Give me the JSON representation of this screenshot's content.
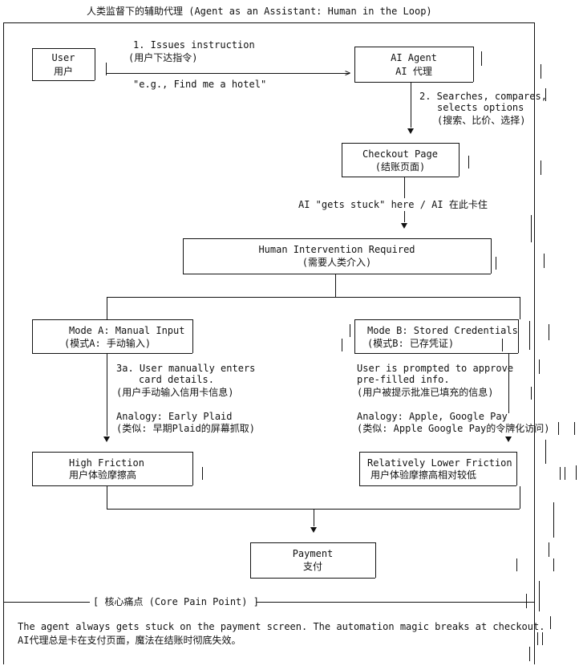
{
  "title": "人类监督下的辅助代理 (Agent as an Assistant: Human in the Loop)",
  "nodes": {
    "user": {
      "en": "User",
      "zh": "用户"
    },
    "ai_agent": {
      "en": "AI Agent",
      "zh": "AI 代理"
    },
    "checkout": {
      "en": "Checkout Page",
      "zh": "(结账页面)"
    },
    "human": {
      "en": "Human Intervention Required",
      "zh": "(需要人类介入)"
    },
    "mode_a": {
      "en": "Mode A: Manual Input",
      "zh": "(模式A: 手动输入)"
    },
    "mode_b": {
      "en": "Mode B: Stored Credentials",
      "zh": "(模式B: 已存凭证)"
    },
    "high_friction": {
      "en": "High Friction",
      "zh": "用户体验摩擦高"
    },
    "lower_friction": {
      "en": "Relatively Lower Friction",
      "zh": "用户体验摩擦高相对较低"
    },
    "payment": {
      "en": "Payment",
      "zh": "支付"
    }
  },
  "edges": {
    "step1": {
      "en": "1. Issues instruction",
      "zh": "(用户下达指令)",
      "example": "\"e.g., Find me a hotel\""
    },
    "step2": {
      "line1": "2. Searches, compares,",
      "line2": "selects options",
      "zh": "(搜索、比价、选择)"
    },
    "stuck": "AI \"gets stuck\" here / AI 在此卡住",
    "step3a": {
      "line1": "3a. User manually enters",
      "line2": "card details.",
      "zh": "(用户手动输入信用卡信息)",
      "analogy": "Analogy: Early Plaid",
      "analogy_zh": "(类似: 早期Plaid的屏幕抓取)"
    },
    "step3b": {
      "line1": "User is prompted to approve",
      "line2": "pre-filled info.",
      "zh": "(用户被提示批准已填充的信息)",
      "analogy": "Analogy: Apple, Google Pay",
      "analogy_zh": "(类似: Apple Google Pay的令牌化访问)"
    }
  },
  "pain_point": {
    "label": "[ 核心痛点 (Core Pain Point) ]",
    "en": "The agent always gets stuck on the payment screen. The automation magic breaks at checkout.",
    "zh": "AI代理总是卡在支付页面，魔法在结账时彻底失效。"
  }
}
